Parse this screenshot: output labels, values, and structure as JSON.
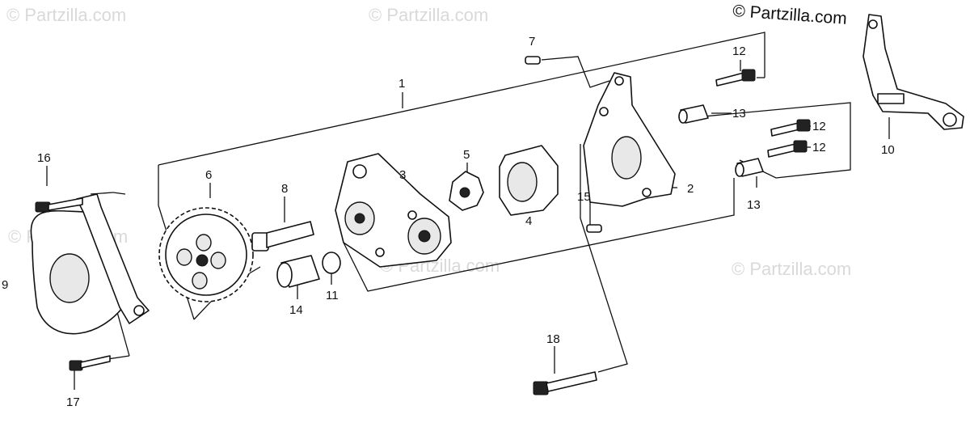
{
  "watermarks": {
    "primary": "© Partzilla.com",
    "faded": "© Partzilla.com"
  },
  "callouts": {
    "p1": "1",
    "p2": "2",
    "p3": "3",
    "p4": "4",
    "p5": "5",
    "p6": "6",
    "p7": "7",
    "p8": "8",
    "p9": "9",
    "p10": "10",
    "p11": "11",
    "p12a": "12",
    "p12b": "12",
    "p12c": "12",
    "p13a": "13",
    "p13b": "13",
    "p14": "14",
    "p15": "15",
    "p16": "16",
    "p17": "17",
    "p18": "18"
  },
  "icons": [
    "gear-icon",
    "bolt-icon",
    "washer-icon",
    "rotor-icon"
  ]
}
